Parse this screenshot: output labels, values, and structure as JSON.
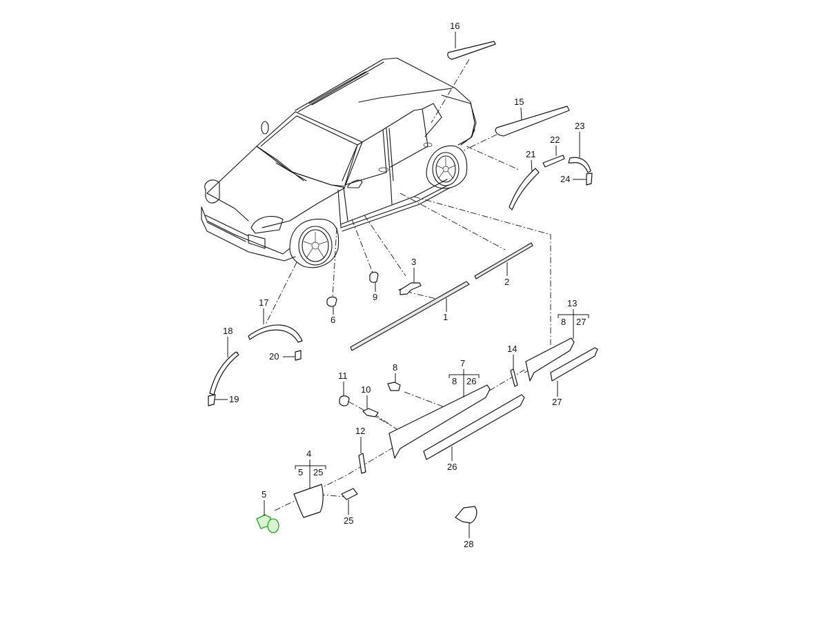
{
  "diagram": {
    "subject": "SUV side trim / wheel arch moulding exploded parts view",
    "highlight_color": "#1fa31f",
    "highlighted_part": "5",
    "callouts": [
      {
        "id": "1",
        "label": "1"
      },
      {
        "id": "2",
        "label": "2"
      },
      {
        "id": "3",
        "label": "3"
      },
      {
        "id": "4",
        "label": "4",
        "sub": [
          "5",
          "25"
        ]
      },
      {
        "id": "5",
        "label": "5"
      },
      {
        "id": "6",
        "label": "6"
      },
      {
        "id": "7",
        "label": "7",
        "sub": [
          "8",
          "26"
        ]
      },
      {
        "id": "8",
        "label": "8"
      },
      {
        "id": "9",
        "label": "9"
      },
      {
        "id": "10",
        "label": "10"
      },
      {
        "id": "11",
        "label": "11"
      },
      {
        "id": "12",
        "label": "12"
      },
      {
        "id": "13",
        "label": "13",
        "sub": [
          "8",
          "27"
        ]
      },
      {
        "id": "14",
        "label": "14"
      },
      {
        "id": "15",
        "label": "15"
      },
      {
        "id": "16",
        "label": "16"
      },
      {
        "id": "17",
        "label": "17"
      },
      {
        "id": "18",
        "label": "18"
      },
      {
        "id": "19",
        "label": "19"
      },
      {
        "id": "20",
        "label": "20"
      },
      {
        "id": "21",
        "label": "21"
      },
      {
        "id": "22",
        "label": "22"
      },
      {
        "id": "23",
        "label": "23"
      },
      {
        "id": "24",
        "label": "24"
      },
      {
        "id": "25",
        "label": "25"
      },
      {
        "id": "26",
        "label": "26"
      },
      {
        "id": "27",
        "label": "27"
      },
      {
        "id": "28",
        "label": "28"
      }
    ],
    "labels": {
      "c1": "1",
      "c2": "2",
      "c3": "3",
      "c4": "4",
      "c4a": "5",
      "c4b": "25",
      "c5": "5",
      "c6": "6",
      "c7": "7",
      "c7a": "8",
      "c7b": "26",
      "c8": "8",
      "c9": "9",
      "c10": "10",
      "c11": "11",
      "c12": "12",
      "c13": "13",
      "c13a": "8",
      "c13b": "27",
      "c14": "14",
      "c15": "15",
      "c16": "16",
      "c17": "17",
      "c18": "18",
      "c19": "19",
      "c20": "20",
      "c21": "21",
      "c22": "22",
      "c23": "23",
      "c24": "24",
      "c25": "25",
      "c26": "26",
      "c27a": "27",
      "c28": "28"
    }
  }
}
